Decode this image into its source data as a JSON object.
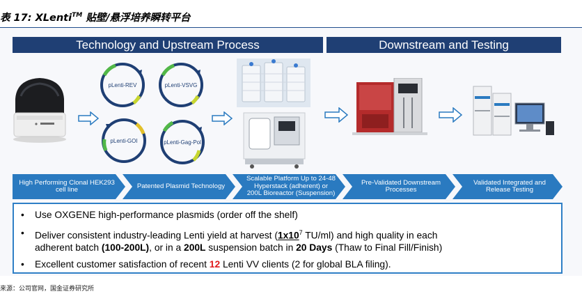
{
  "caption": {
    "prefix": "表 17: XLenti",
    "tm": "TM",
    "suffix": " 贴壁/悬浮培养瞬转平台"
  },
  "headers": {
    "left": "Technology and Upstream Process",
    "right": "Downstream and Testing"
  },
  "plasmids": {
    "rev": "pLenti-REV",
    "vsvg": "pLenti-VSVG",
    "goi": "pLenti-GOI",
    "gagpol": "pLenti-Gag-Pol"
  },
  "process_steps": [
    "High Performing Clonal HEK293 cell line",
    "Patented Plasmid Technology",
    "Scalable Platform Up to 24-48 Hyperstack (adherent) or 200L Bioreactor (Suspension)",
    "Pre-Validated Downstream Processes",
    "Validated Integrated and Release Testing"
  ],
  "bullets": {
    "b1": "Use OXGENE high-performance plasmids (order off the shelf)",
    "b2": {
      "p1": "Deliver consistent industry-leading Lenti yield at harvest (",
      "value": "1x10",
      "exp": "7",
      "p2": " TU/ml) and high quality in each",
      "p3": "adherent batch ",
      "bold1": "(100-200L)",
      "p4": ", or in a ",
      "bold2": "200L",
      "p5": " suspension batch in ",
      "bold3": "20 Days",
      "p6": " (Thaw to Final Fill/Finish)"
    },
    "b3": {
      "p1": "Excellent customer satisfaction of recent ",
      "num": "12",
      "p2": " Lenti VV clients (2 for global BLA filing)."
    },
    "marker": "•"
  },
  "source": "来源：公司官网，国金证券研究所",
  "colors": {
    "header_bg": "#1f3f74",
    "chevron": "#2a7ac0",
    "box_border": "#2f7fc6",
    "highlight_red": "#e0191b"
  },
  "icons": [
    "cell-culture-instrument-icon",
    "plasmid-icon",
    "hyperstack-icon",
    "bioreactor-icon",
    "chromatography-system-icon",
    "hplc-testing-system-icon",
    "process-arrow-icon"
  ]
}
